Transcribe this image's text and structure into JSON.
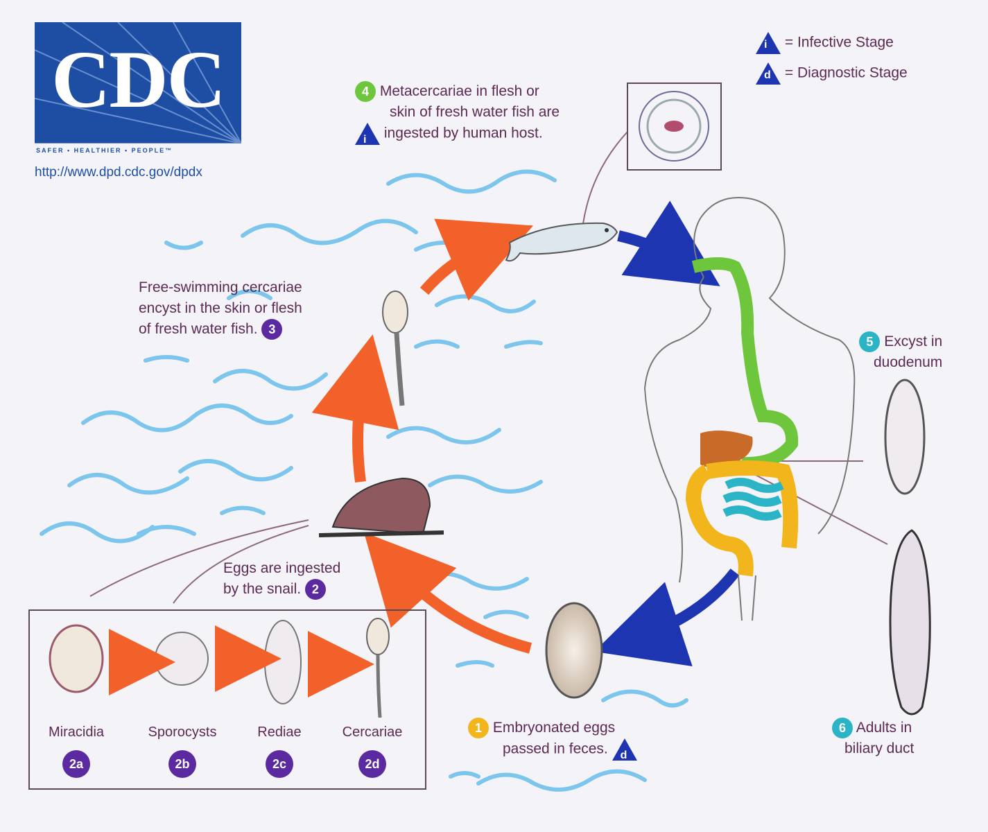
{
  "logo": {
    "name": "CDC",
    "tagline": "SAFER • HEALTHIER • PEOPLE™",
    "url": "http://www.dpd.cdc.gov/dpdx"
  },
  "legend": [
    {
      "symbol": "i",
      "text": "= Infective Stage"
    },
    {
      "symbol": "d",
      "text": "= Diagnostic Stage"
    }
  ],
  "stages": {
    "s1": {
      "num": "1",
      "lines": [
        "Embryonated eggs",
        "passed in feces."
      ],
      "symbol": "d"
    },
    "s2": {
      "num": "2",
      "lines": [
        "Eggs are ingested",
        "by the snail."
      ]
    },
    "s3": {
      "num": "3",
      "lines": [
        "Free-swimming cercariae",
        "encyst in the skin or flesh",
        "of fresh water fish."
      ]
    },
    "s4": {
      "num": "4",
      "lines": [
        "Metacercariae in flesh or",
        "skin of fresh water fish are",
        "ingested by human host."
      ],
      "symbol": "i"
    },
    "s5": {
      "num": "5",
      "lines": [
        "Excyst in",
        "duodenum"
      ]
    },
    "s6": {
      "num": "6",
      "lines": [
        "Adults in",
        "biliary duct"
      ]
    }
  },
  "substages": [
    {
      "label": "Miracidia",
      "num": "2a"
    },
    {
      "label": "Sporocysts",
      "num": "2b"
    },
    {
      "label": "Rediae",
      "num": "2c"
    },
    {
      "label": "Cercariae",
      "num": "2d"
    }
  ],
  "colors": {
    "purple": "#5b2aa0",
    "green": "#6dc63b",
    "yellow": "#f2b51c",
    "cyan": "#2bb3c6",
    "blue": "#1d35b0",
    "orange": "#f2612a",
    "water": "#7cc5ec"
  }
}
